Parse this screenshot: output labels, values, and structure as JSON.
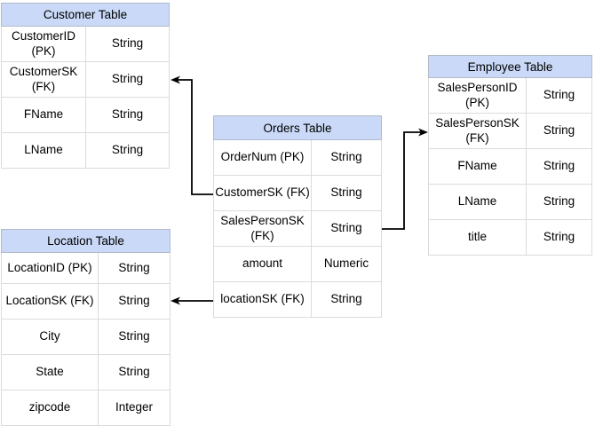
{
  "colors": {
    "header_fill": "#C9D9F7",
    "header_border": "#B3BAC9",
    "grid_border": "#DBDBDB",
    "text": "#000000",
    "connector": "#000000",
    "canvas_bg": "#FFFFFF"
  },
  "tables": [
    {
      "title": "Customer Table",
      "rows": [
        {
          "field": "CustomerID (PK)",
          "type": "String"
        },
        {
          "field": "CustomerSK\n(FK)",
          "type": "String"
        },
        {
          "field": "FName",
          "type": "String"
        },
        {
          "field": "LName",
          "type": "String"
        }
      ]
    },
    {
      "title": "Orders Table",
      "rows": [
        {
          "field": "OrderNum (PK)",
          "type": "String"
        },
        {
          "field": "CustomerSK (FK)",
          "type": "String"
        },
        {
          "field": "SalesPersonSK\n(FK)",
          "type": "String"
        },
        {
          "field": "amount",
          "type": "Numeric"
        },
        {
          "field": "locationSK (FK)",
          "type": "String"
        }
      ]
    },
    {
      "title": "Employee Table",
      "rows": [
        {
          "field": "SalesPersonID (PK)",
          "type": "String"
        },
        {
          "field": "SalesPersonSK\n(FK)",
          "type": "String"
        },
        {
          "field": "FName",
          "type": "String"
        },
        {
          "field": "LName",
          "type": "String"
        },
        {
          "field": "title",
          "type": "String"
        }
      ]
    },
    {
      "title": "Location Table",
      "rows": [
        {
          "field": "LocationID (PK)",
          "type": "String"
        },
        {
          "field": "LocationSK (FK)",
          "type": "String"
        },
        {
          "field": "City",
          "type": "String"
        },
        {
          "field": "State",
          "type": "String"
        },
        {
          "field": "zipcode",
          "type": "Integer"
        }
      ]
    }
  ],
  "connectors": [
    {
      "from": "Orders Table.CustomerSK (FK)",
      "to": "Customer Table.CustomerSK (FK)"
    },
    {
      "from": "Orders Table.SalesPersonSK (FK)",
      "to": "Employee Table.SalesPersonSK (FK)"
    },
    {
      "from": "Orders Table.locationSK (FK)",
      "to": "Location Table.LocationSK (FK)"
    }
  ]
}
